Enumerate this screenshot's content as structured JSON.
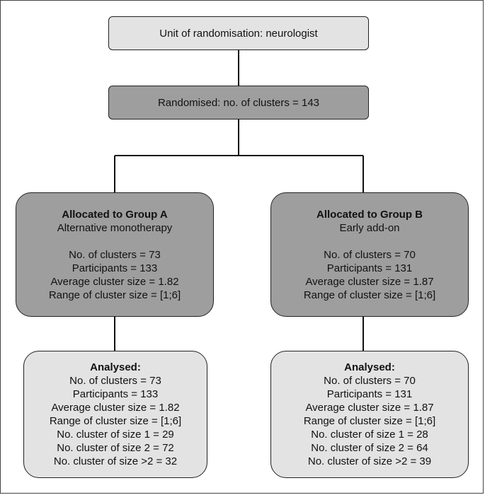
{
  "unit_box": {
    "text": "Unit of randomisation: neurologist"
  },
  "randomised_box": {
    "text": "Randomised: no. of clusters = 143"
  },
  "group_a": {
    "allocation": {
      "title": "Allocated to Group A",
      "subtitle": "Alternative monotherapy",
      "clusters": "No. of clusters = 73",
      "participants": "Participants = 133",
      "avg_size": "Average cluster size = 1.82",
      "range_size": "Range of cluster size = [1;6]"
    },
    "analysed": {
      "title": "Analysed:",
      "clusters": "No. of clusters = 73",
      "participants": "Participants = 133",
      "avg_size": "Average cluster size = 1.82",
      "range_size": "Range of cluster size = [1;6]",
      "size_1": "No. cluster of size 1 = 29",
      "size_2": "No. cluster of size 2 = 72",
      "size_gt2": "No. cluster of size >2 = 32"
    }
  },
  "group_b": {
    "allocation": {
      "title": "Allocated to Group B",
      "subtitle": "Early add-on",
      "clusters": "No. of clusters = 70",
      "participants": "Participants = 131",
      "avg_size": "Average cluster size = 1.87",
      "range_size": "Range of cluster size = [1;6]"
    },
    "analysed": {
      "title": "Analysed:",
      "clusters": "No. of clusters = 70",
      "participants": "Participants = 131",
      "avg_size": "Average cluster size = 1.87",
      "range_size": "Range of cluster size = [1;6]",
      "size_1": "No. cluster of size 1 = 28",
      "size_2": "No. cluster of size 2 = 64",
      "size_gt2": "No. cluster of size >2 = 39"
    }
  },
  "colors": {
    "light_box": "#e3e3e3",
    "dark_box": "#9e9e9e",
    "line": "#111111"
  }
}
